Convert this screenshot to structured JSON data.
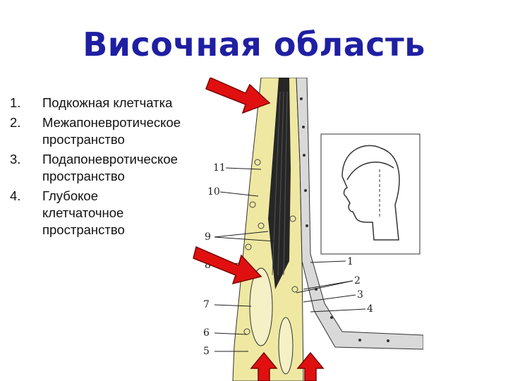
{
  "slide": {
    "title": "Височная область",
    "items": [
      {
        "num": "1.",
        "text": "Подкожная клетчатка"
      },
      {
        "num": "2.",
        "text": "Межапоневротическое пространство"
      },
      {
        "num": "3.",
        "text": "Подапоневротическое пространство"
      },
      {
        "num": "4.",
        "text": "Глубокое клетчаточное пространство"
      }
    ]
  },
  "figure": {
    "labels": [
      "11",
      "10",
      "9",
      "8",
      "7",
      "6",
      "5",
      "1",
      "2",
      "3",
      "4"
    ],
    "colors": {
      "fat": "#efe8a2",
      "muscle": "#222222",
      "arrow": "#e01010",
      "bone": "#bfbfbf"
    }
  }
}
